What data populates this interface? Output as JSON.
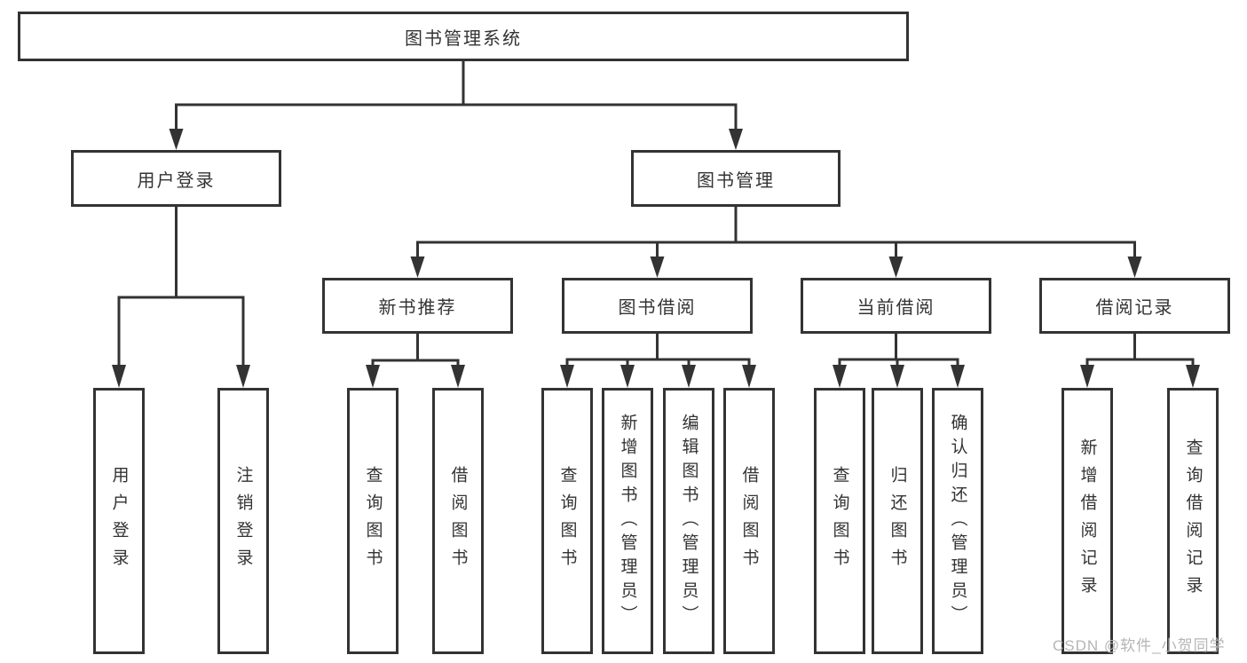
{
  "tree": {
    "root": {
      "label": "图书管理系统"
    },
    "branches": [
      {
        "label": "用户登录",
        "children": [
          "用户登录",
          "注销登录"
        ]
      },
      {
        "label": "图书管理"
      }
    ],
    "modules": [
      {
        "label": "新书推荐",
        "children": [
          "查询图书",
          "借阅图书"
        ]
      },
      {
        "label": "图书借阅",
        "children": [
          "查询图书",
          "新增图书（管理员）",
          "编辑图书（管理员）",
          "借阅图书"
        ]
      },
      {
        "label": "当前借阅",
        "children": [
          "查询图书",
          "归还图书",
          "确认归还（管理员）"
        ]
      },
      {
        "label": "借阅记录",
        "children": [
          "新增借阅记录",
          "查询借阅记录"
        ]
      }
    ]
  },
  "watermark": {
    "text": "CSDN @软件_小贺同学"
  },
  "colors": {
    "line": "#333333",
    "box_border": "#333333",
    "text": "#333333",
    "watermark": "#b5b5b5",
    "background": "#ffffff"
  }
}
